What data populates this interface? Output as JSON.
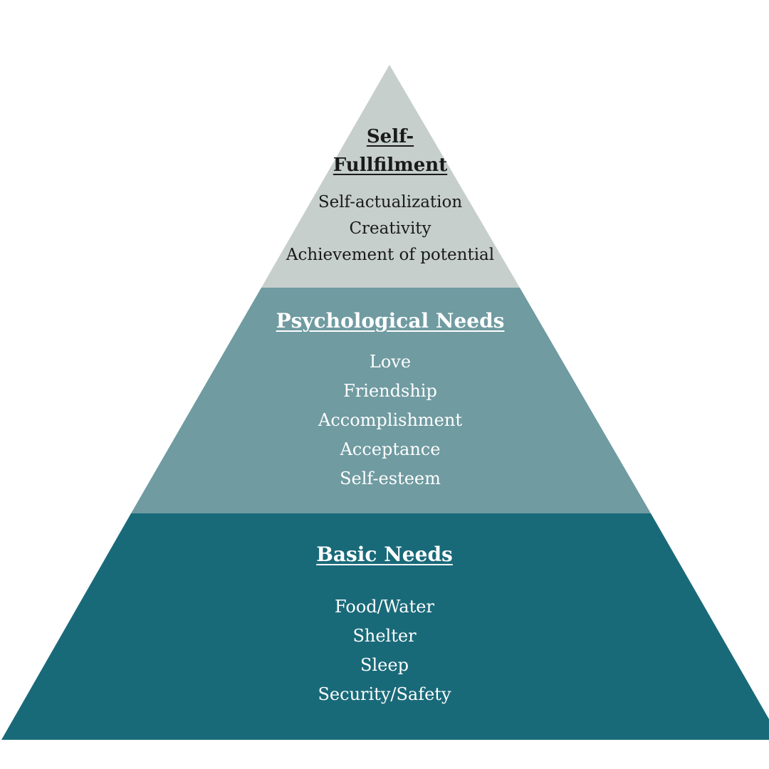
{
  "colors": {
    "top_fill": "#c6cfcc",
    "middle_fill": "#6f9ba1",
    "bottom_fill": "#196a79",
    "top_text": "#1a1a1a",
    "lower_text": "#ffffff"
  },
  "tiers": {
    "top": {
      "title": "Self-Fullfilment",
      "items": [
        "Self-actualization",
        "Creativity",
        "Achievement of potential"
      ]
    },
    "middle": {
      "title": "Psychological Needs",
      "items": [
        "Love",
        "Friendship",
        "Accomplishment",
        "Acceptance",
        "Self-esteem"
      ]
    },
    "bottom": {
      "title": "Basic Needs",
      "items": [
        "Food/Water",
        "Shelter",
        "Sleep",
        "Security/Safety"
      ]
    }
  }
}
